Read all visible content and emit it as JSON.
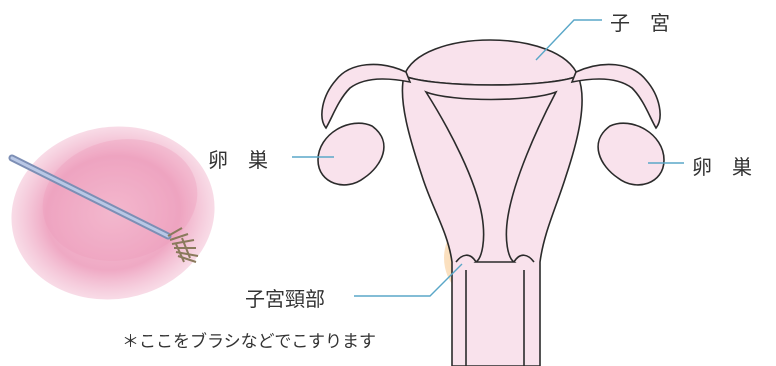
{
  "labels": {
    "uterus": "子　宮",
    "ovary_left": "卵　巣",
    "ovary_right": "卵　巣",
    "cervix": "子宮頸部"
  },
  "note": "＊ここをブラシなどでこすります",
  "colors": {
    "organ_fill": "#f9e2ec",
    "organ_stroke": "#2b2b2b",
    "cervix_highlight": "#f8c98f",
    "leader_line": "#5aa7c8",
    "tissue_pink": "#ef9fbe",
    "brush_shaft": "#9fb3d8"
  },
  "icons": {
    "brush": "cytology-brush-icon"
  }
}
